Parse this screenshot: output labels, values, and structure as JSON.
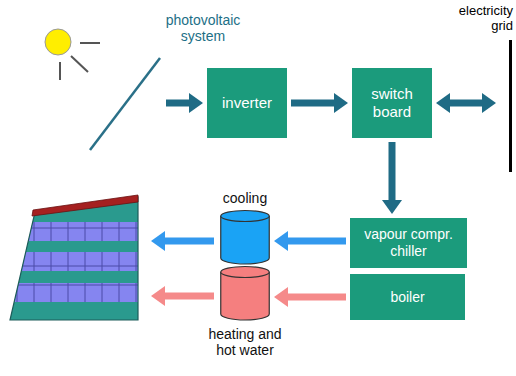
{
  "diagram": {
    "nodes": [
      {
        "text": [
          "photovoltaic system"
        ]
      },
      {
        "text": [
          "inverter"
        ]
      },
      {
        "text": [
          "switch board"
        ]
      },
      {
        "text": [
          "electricity grid"
        ]
      },
      {
        "text": [
          "vapour compr. chiller"
        ]
      },
      {
        "text": [
          "boiler"
        ]
      },
      {
        "text": [
          "cooling"
        ]
      },
      {
        "text": [
          "heating and hot water"
        ]
      }
    ],
    "edges": [
      {
        "from": 0,
        "to": 1,
        "arrow": "to"
      },
      {
        "from": 1,
        "to": 2,
        "arrow": "to"
      },
      {
        "from": 2,
        "to": 3,
        "arrow": "both"
      },
      {
        "from": 2,
        "to": 4,
        "arrow": "to"
      },
      {
        "from": 4,
        "to": 6,
        "arrow": "to"
      },
      {
        "from": 5,
        "to": 7,
        "arrow": "to"
      }
    ]
  }
}
